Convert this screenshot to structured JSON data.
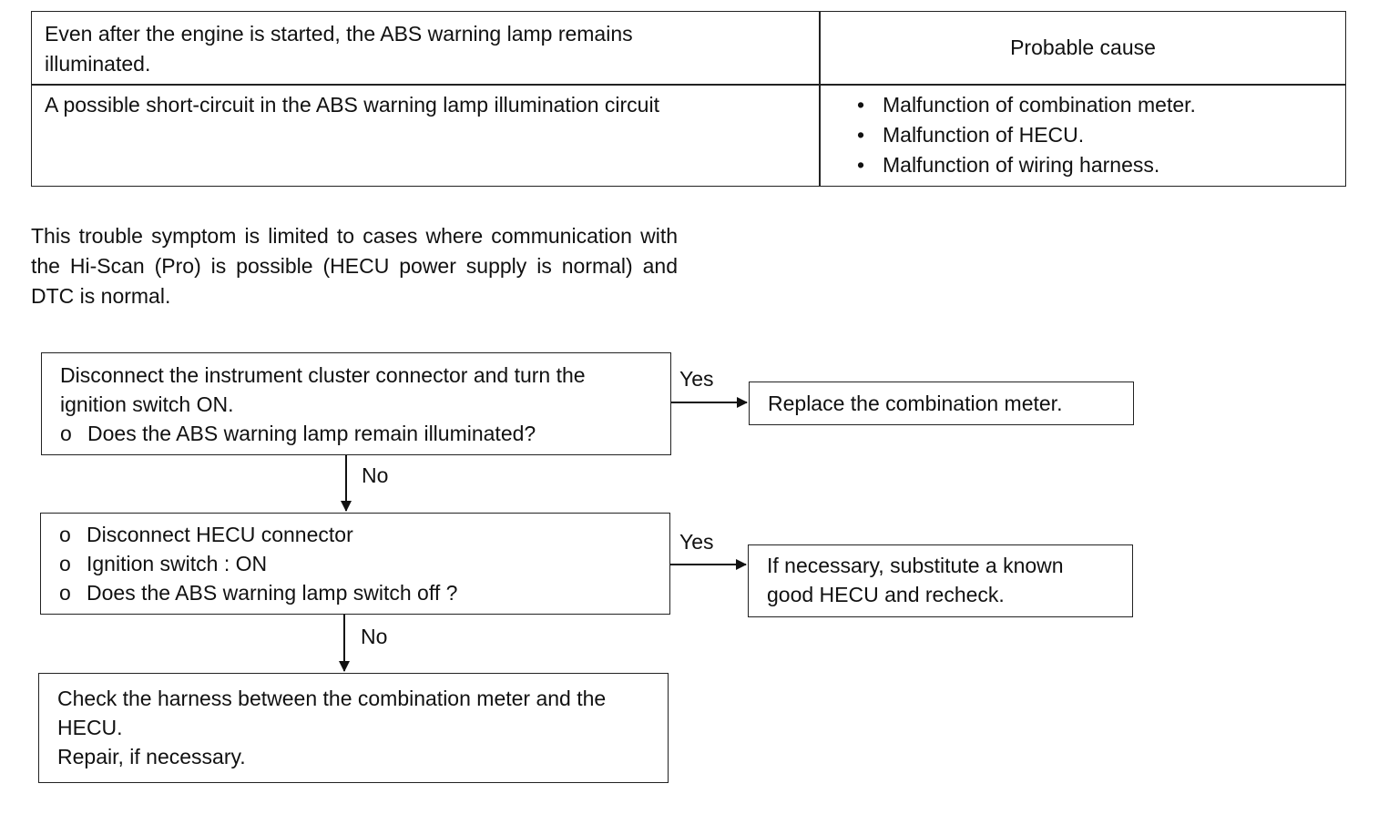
{
  "table": {
    "symptom": "Even after the engine is started, the ABS warning lamp remains illuminated.",
    "header": "Probable cause",
    "detail": "A possible short-circuit in the ABS warning lamp illumination circuit",
    "causes": [
      "Malfunction of combination meter.",
      "Malfunction of HECU.",
      "Malfunction of wiring harness."
    ]
  },
  "note": "This trouble symptom is limited to cases where communication with the Hi-Scan (Pro) is possible (HECU power supply is normal) and DTC is normal.",
  "flow": {
    "step1": {
      "line1": "Disconnect the instrument cluster connector and turn the ignition switch ON.",
      "bullet": "o",
      "question": "Does the ABS warning lamp remain illuminated?"
    },
    "step2": {
      "bullet": "o",
      "items": [
        "Disconnect HECU connector",
        "Ignition switch : ON",
        "Does the ABS warning lamp switch off ?"
      ]
    },
    "step3": {
      "line1": "Check the harness between the combination meter and the HECU.",
      "line2": "Repair, if necessary."
    },
    "result1": "Replace the combination meter.",
    "result2": "If necessary, substitute a known good HECU and recheck.",
    "labels": {
      "yes1": "Yes",
      "no1": "No",
      "yes2": "Yes",
      "no2": "No"
    }
  }
}
